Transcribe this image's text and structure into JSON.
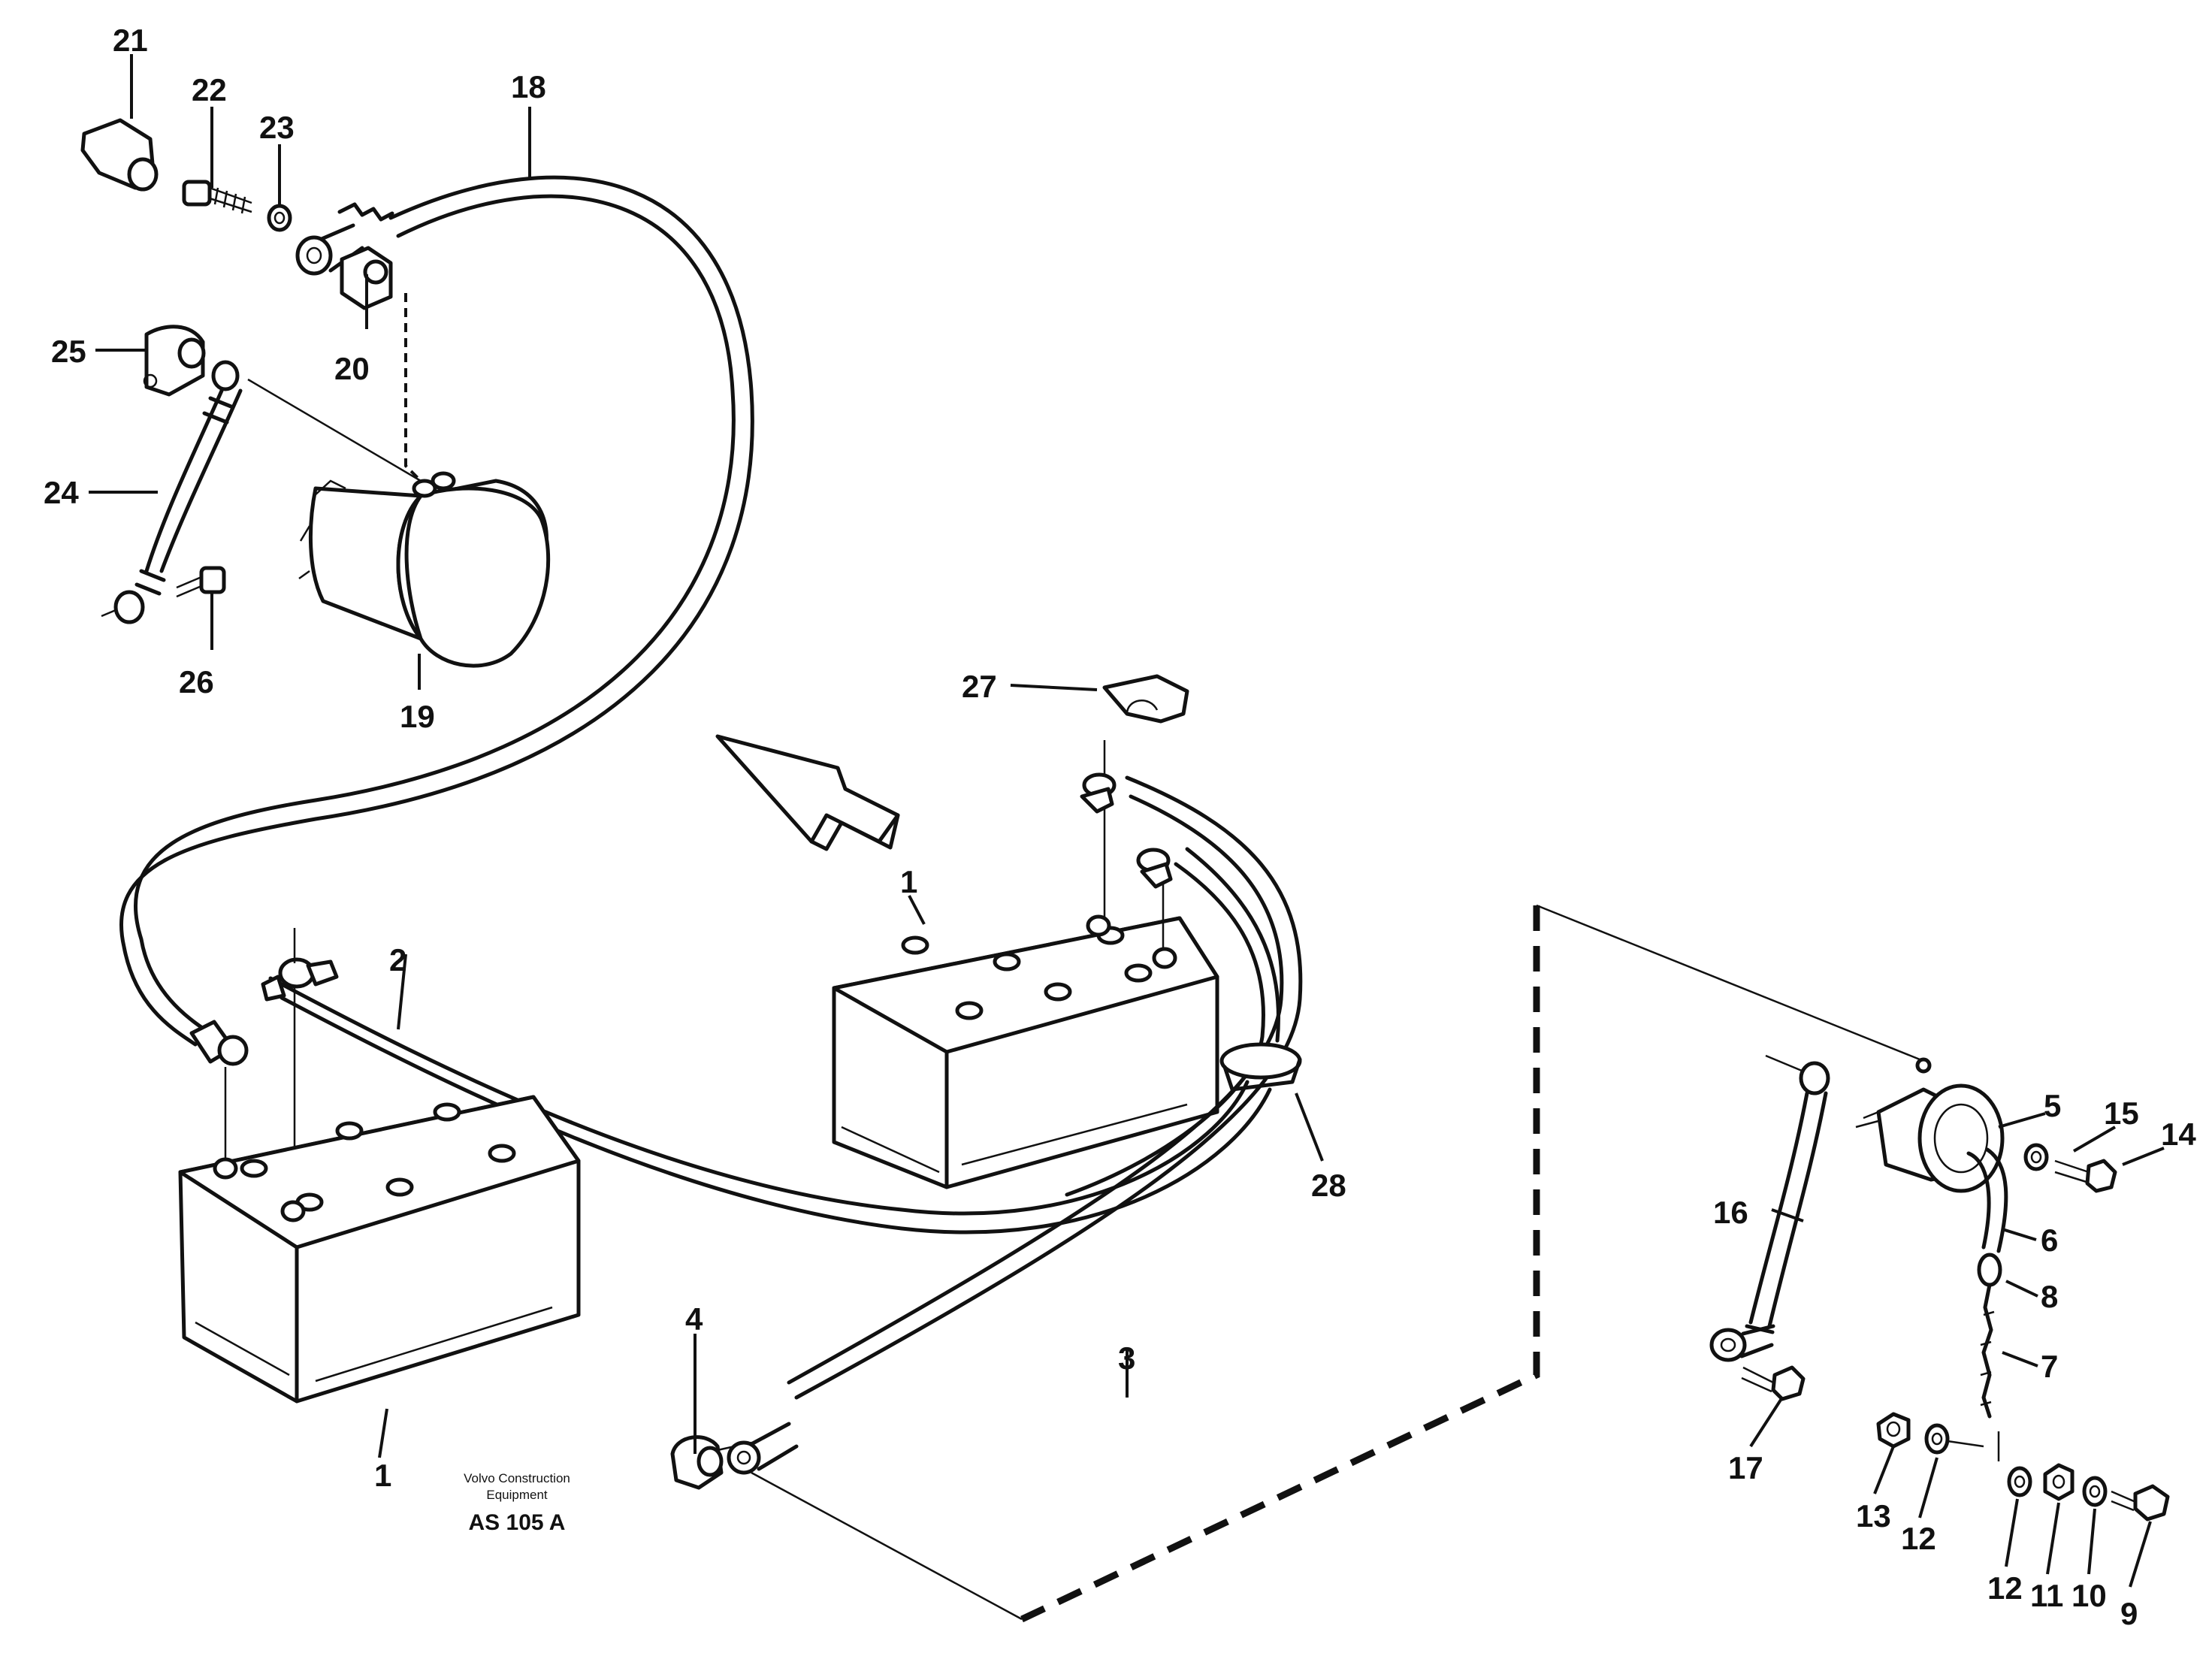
{
  "labels": {
    "l21": "21",
    "l22": "22",
    "l23": "23",
    "l18": "18",
    "l25": "25",
    "l20": "20",
    "l24": "24",
    "l26": "26",
    "l19": "19",
    "l27": "27",
    "l1a": "1",
    "l2": "2",
    "l1b": "1",
    "l28": "28",
    "l5": "5",
    "l15": "15",
    "l14": "14",
    "l16": "16",
    "l6": "6",
    "l8": "8",
    "l7": "7",
    "l3": "3",
    "l4": "4",
    "l17": "17",
    "l13": "13",
    "l12a": "12",
    "l12b": "12",
    "l11": "11",
    "l10": "10",
    "l9": "9"
  },
  "footer": {
    "credit_line1": "Volvo Construction",
    "credit_line2": "Equipment",
    "code": "AS 105 A"
  }
}
